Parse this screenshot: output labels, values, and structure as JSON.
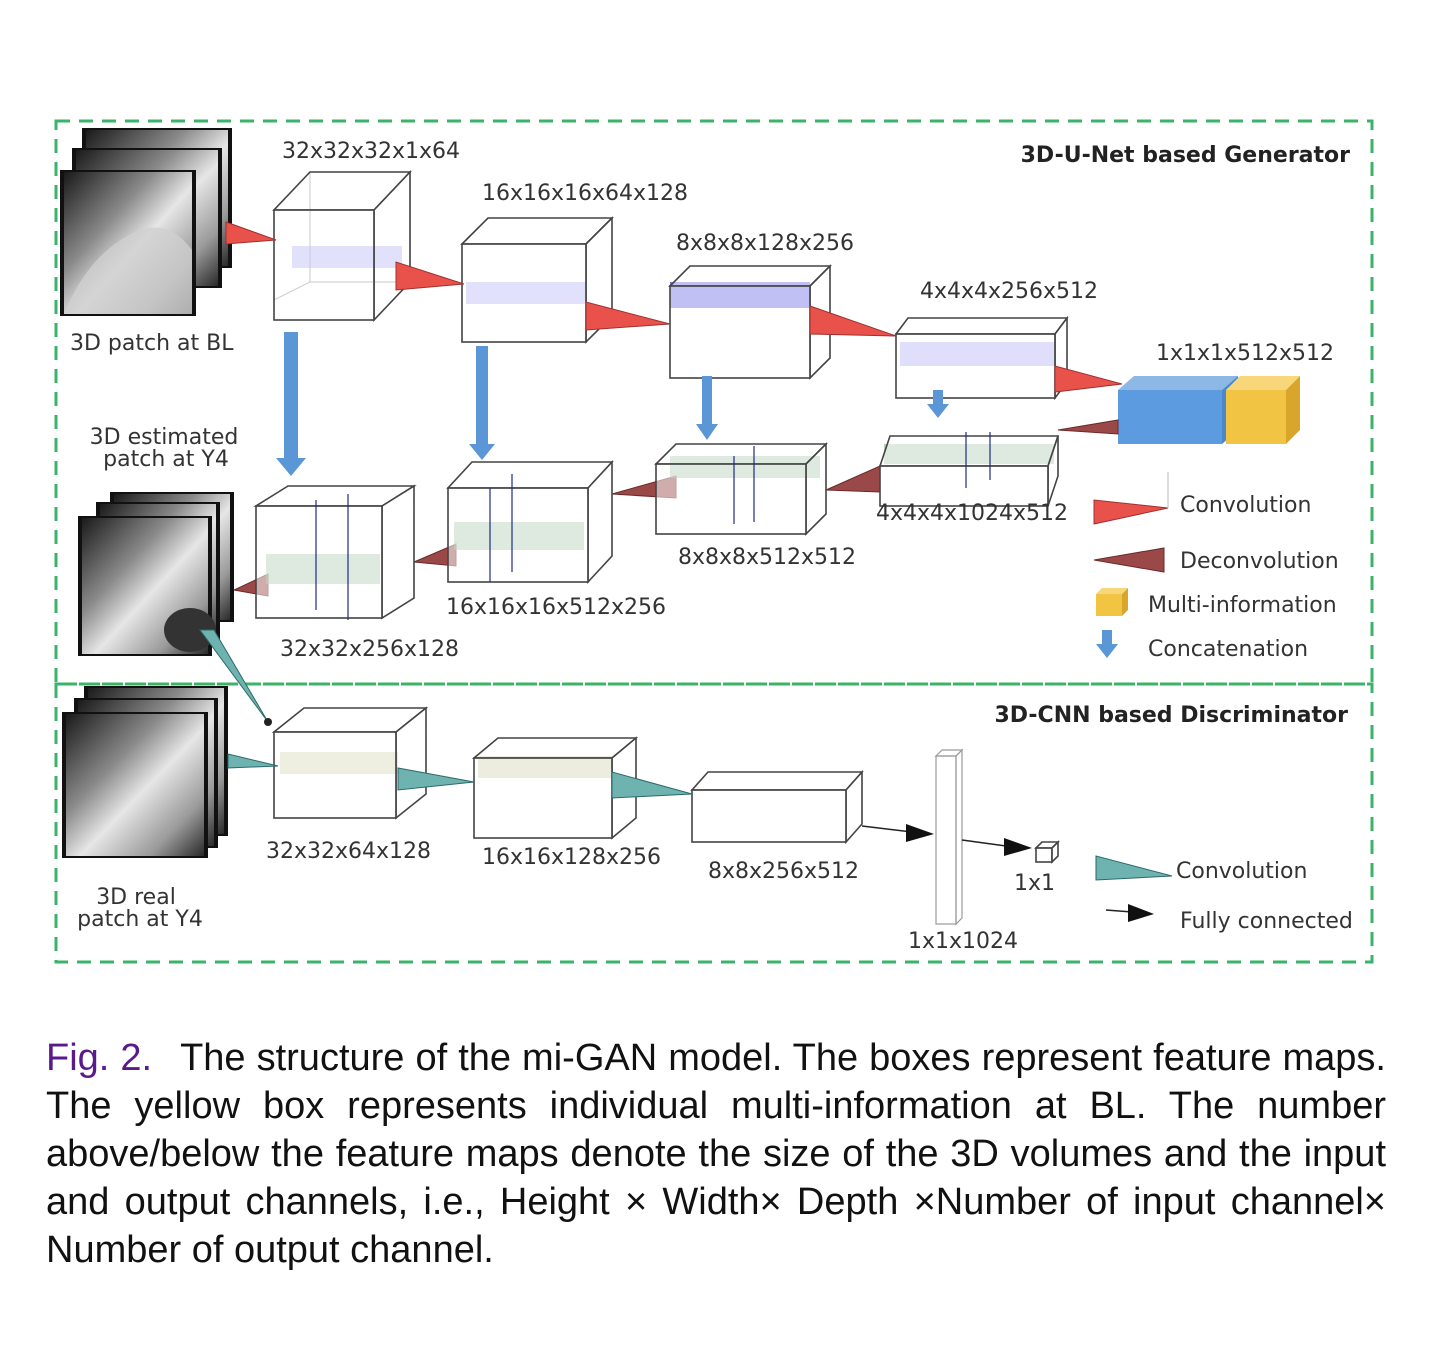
{
  "generator": {
    "title": "3D-U-Net based Generator",
    "input_label": "3D patch at BL",
    "output_label_line1": "3D estimated",
    "output_label_line2": "patch at Y4",
    "encoder_sizes": [
      "32x32x32x1x64",
      "16x16x16x64x128",
      "8x8x8x128x256",
      "4x4x4x256x512",
      "1x1x1x512x512"
    ],
    "decoder_sizes": [
      "4x4x4x1024x512",
      "8x8x8x512x512",
      "16x16x16x512x256",
      "32x32x256x128"
    ]
  },
  "generator_legend": {
    "convolution": "Convolution",
    "deconvolution": "Deconvolution",
    "multi_information": "Multi-information",
    "concatenation": "Concatenation"
  },
  "discriminator": {
    "title": "3D-CNN based Discriminator",
    "input_label_line1": "3D real",
    "input_label_line2": "patch at Y4",
    "sizes": [
      "32x32x64x128",
      "16x16x128x256",
      "8x8x256x512",
      "1x1x1024",
      "1x1"
    ]
  },
  "discriminator_legend": {
    "convolution": "Convolution",
    "fully_connected": "Fully connected"
  },
  "colors": {
    "frame": "#3cb36b",
    "conv": "#e8524a",
    "deconv": "#9a4848",
    "multi_info": "#f2c443",
    "concat": "#5b96d6",
    "disc_conv": "#6fb3b0"
  },
  "caption": {
    "fig": "Fig. 2.",
    "text": "The structure of the mi-GAN model. The boxes represent feature maps. The yellow box represents individual multi-information at BL. The number above/below the feature maps denote the size of the 3D volumes and the input and output channels, i.e., Height × Width× Depth ×Number of input channel× Number of output channel."
  }
}
